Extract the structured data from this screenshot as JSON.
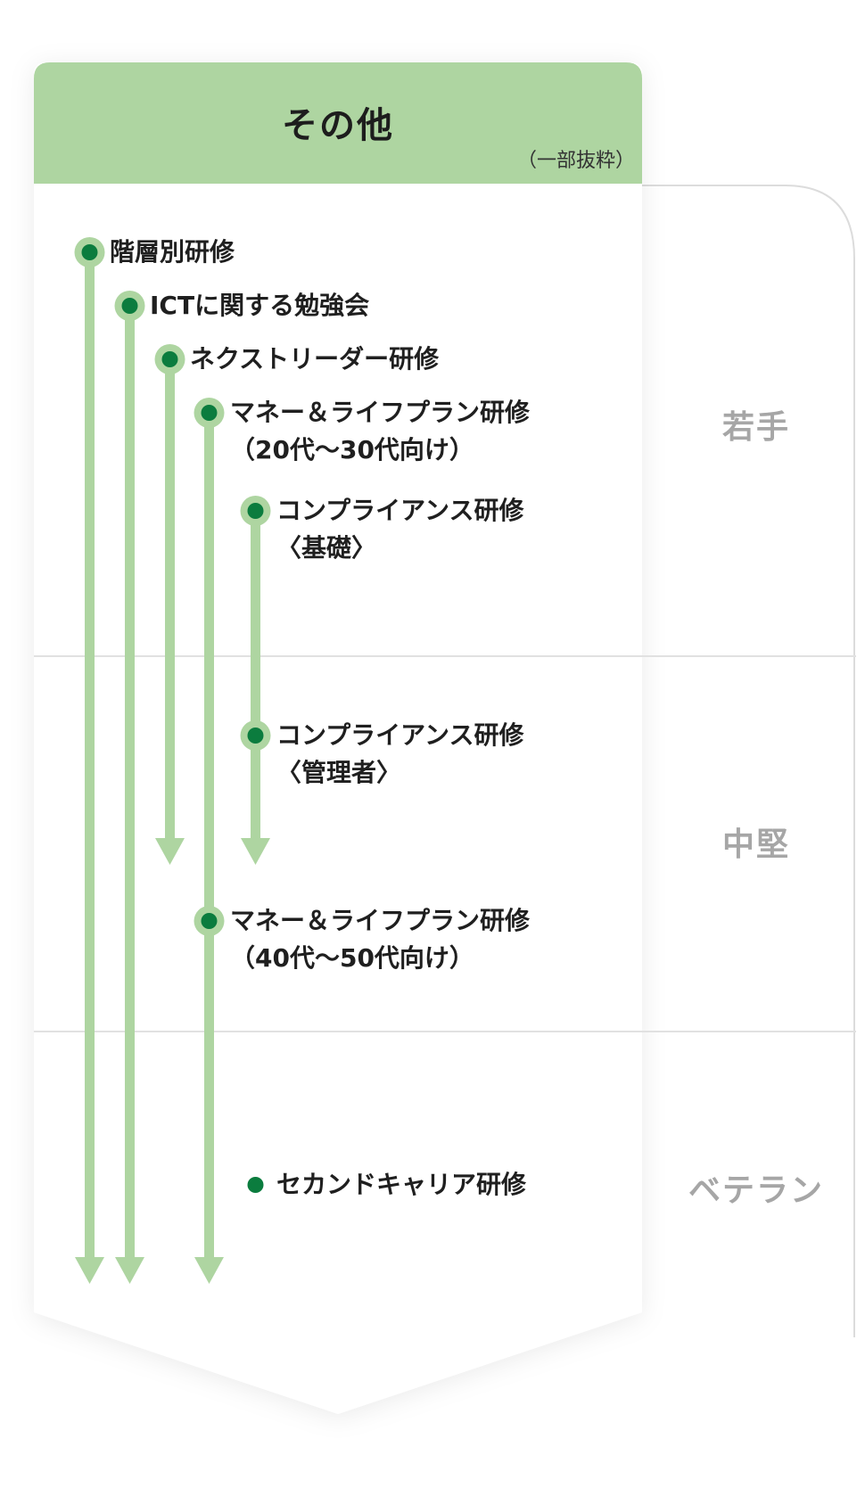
{
  "header": {
    "title": "その他",
    "note": "（一部抜粋）"
  },
  "stages": [
    "若手",
    "中堅",
    "ベテラン"
  ],
  "items": [
    {
      "line1": "階層別研修",
      "line2": ""
    },
    {
      "line1": "ICTに関する勉強会",
      "line2": ""
    },
    {
      "line1": "ネクストリーダー研修",
      "line2": ""
    },
    {
      "line1": "マネー＆ライフプラン研修",
      "line2": "（20代〜30代向け）"
    },
    {
      "line1": "コンプライアンス研修",
      "line2": "〈基礎〉"
    },
    {
      "line1": "コンプライアンス研修",
      "line2": "〈管理者〉"
    },
    {
      "line1": "マネー＆ライフプラン研修",
      "line2": "（40代〜50代向け）"
    },
    {
      "line1": "セカンドキャリア研修",
      "line2": ""
    }
  ],
  "colors": {
    "header_bg": "#aed5a1",
    "line": "#aed5a1",
    "dot": "#0b7c3e",
    "stage_text": "#a6a6a6"
  }
}
